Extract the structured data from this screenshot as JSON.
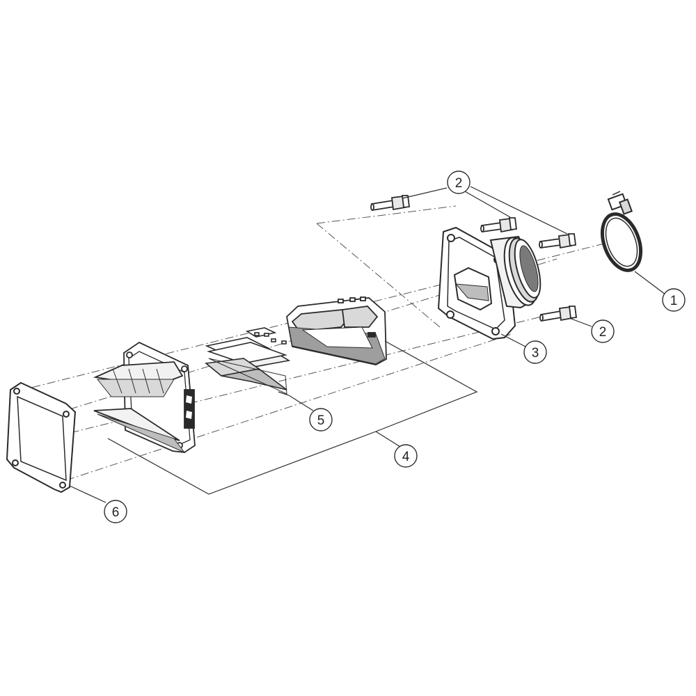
{
  "diagram": {
    "type": "exploded-parts-diagram",
    "callouts": [
      {
        "id": "clamp",
        "label": "1"
      },
      {
        "id": "bolt-upper",
        "label": "2"
      },
      {
        "id": "bolt-lower",
        "label": "2"
      },
      {
        "id": "intake-manifold",
        "label": "3"
      },
      {
        "id": "reed-valve-assembly",
        "label": "4"
      },
      {
        "id": "reed-petals",
        "label": "5"
      },
      {
        "id": "gasket",
        "label": "6"
      }
    ],
    "colors": {
      "line": "#2a2a2a",
      "fill": "#ffffff",
      "shade": "#d9d9d9",
      "dark": "#7a7a7a"
    }
  }
}
